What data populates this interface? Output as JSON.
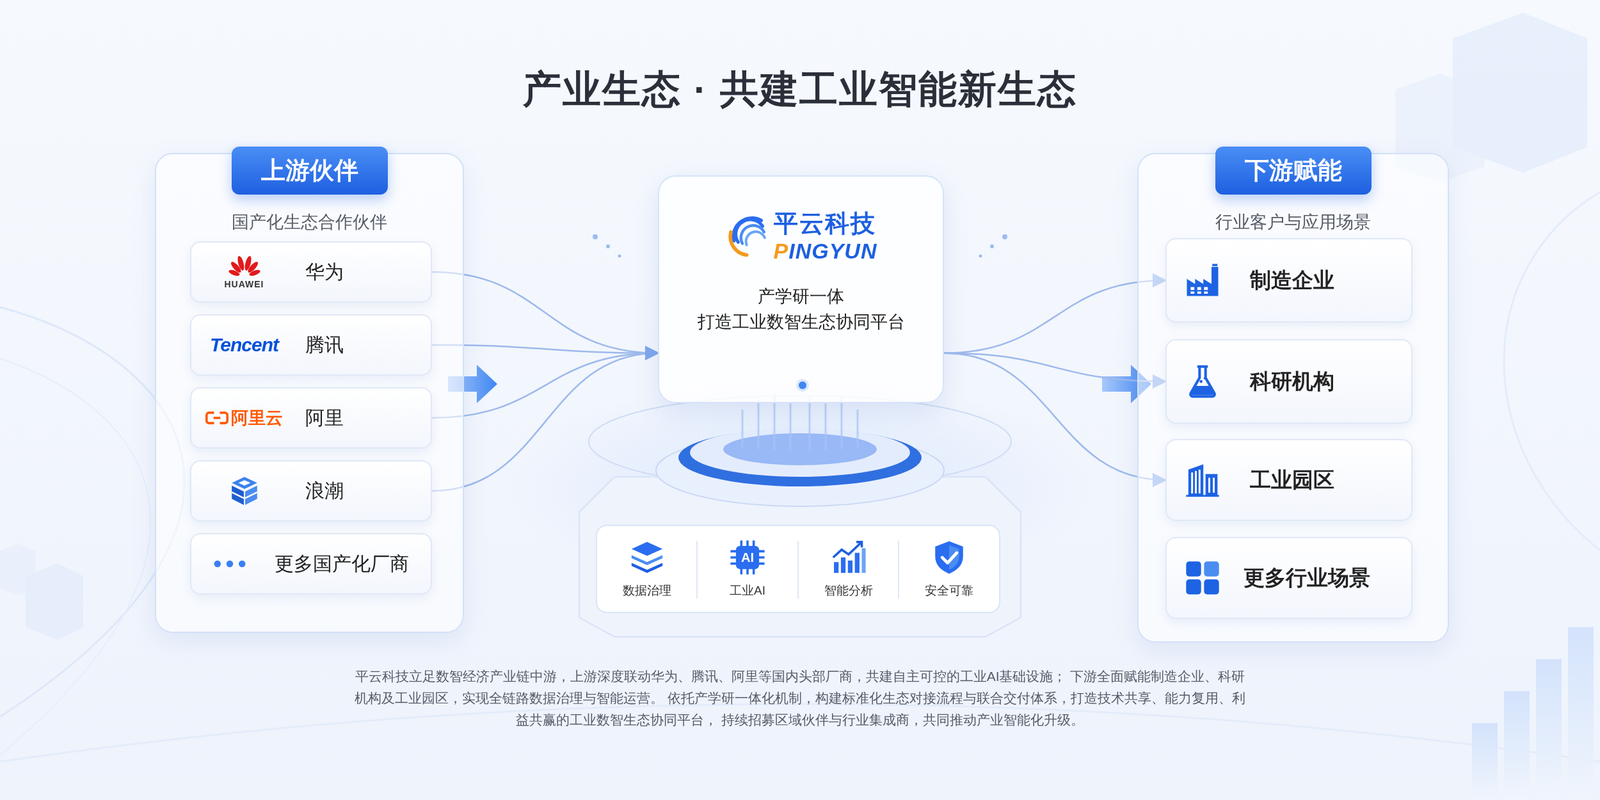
{
  "diagram": {
    "title": "产业生态 · 共建工业智能新生态",
    "caption": "平云科技立足数智经济产业链中游，上游深度联动华为、腾讯、阿里等国内头部厂商，共建自主可控的工业AI基础设施； 下游全面赋能制造企业、科研机构及工业园区，实现全链路数据治理与智能运营。 依托产学研一体化机制，构建标准化生态对接流程与联合交付体系，打造技术共享、能力复用、利益共赢的工业数智生态协同平台， 持续招募区域伙伴与行业集成商，共同推动产业智能化升级。",
    "nodes": [
      {
        "text": [
          "上游伙伴",
          "国产化生态合作伙伴"
        ]
      },
      {
        "text": [
          "HUAWEI",
          "华为"
        ],
        "in": 0
      },
      {
        "text": [
          "Tencent",
          "腾讯"
        ],
        "in": 0
      },
      {
        "text": [
          "阿里云",
          "阿里"
        ],
        "in": 0
      },
      {
        "text": [
          "浪潮"
        ],
        "in": 0
      },
      {
        "text": [
          "更多国产化厂商"
        ],
        "in": 0
      },
      {
        "text": [
          "平云科技",
          "PINGYUN",
          "产学研一体 打造工业数智生态协同平台"
        ]
      },
      {
        "text": [
          "数据治理"
        ]
      },
      {
        "text": [
          "AI",
          "工业AI"
        ]
      },
      {
        "text": [
          "智能分析"
        ]
      },
      {
        "text": [
          "安全可靠"
        ]
      },
      {
        "text": [
          "下游赋能",
          "行业客户与应用场景"
        ]
      },
      {
        "text": [
          "制造企业"
        ],
        "in": 11
      },
      {
        "text": [
          "科研机构"
        ],
        "in": 11
      },
      {
        "text": [
          "工业园区"
        ],
        "in": 11
      },
      {
        "text": [
          "更多行业场景"
        ],
        "in": 11
      }
    ],
    "edges": [
      {
        "from": 1,
        "to": 6,
        "arrow": "to"
      },
      {
        "from": 2,
        "to": 6,
        "arrow": "to"
      },
      {
        "from": 3,
        "to": 6,
        "arrow": "to"
      },
      {
        "from": 4,
        "to": 6,
        "arrow": "to"
      },
      {
        "from": 6,
        "to": 12,
        "arrow": "to"
      },
      {
        "from": 6,
        "to": 13,
        "arrow": "to"
      },
      {
        "from": 6,
        "to": 14,
        "arrow": "to"
      }
    ]
  }
}
